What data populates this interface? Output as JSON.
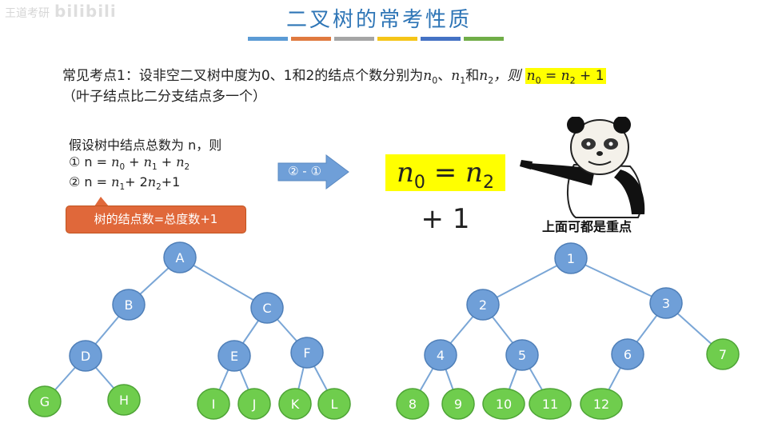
{
  "title": "二叉树的常考性质",
  "watermark": {
    "text": "王道考研",
    "logo": "bilibili"
  },
  "color_bar": [
    "#5b9bd5",
    "#e07a3f",
    "#a5a5a5",
    "#f5c518",
    "#4472c4",
    "#70ad47"
  ],
  "point1": {
    "prefix": "常见考点1：设非空二叉树中度为0、1和2的结点个数分别为",
    "n0": "n",
    "n0_sub": "0",
    "sep": "、",
    "n1": "n",
    "n1_sub": "1",
    "and": "和",
    "n2": "n",
    "n2_sub": "2",
    "then": "，则",
    "formula_lhs": "n",
    "formula_lhs_sub": "0",
    "formula_eq": " = ",
    "formula_rhs": "n",
    "formula_rhs_sub": "2",
    "formula_tail": " + 1",
    "note": "（叶子结点比二分支结点多一个）"
  },
  "derivation": {
    "assume": "假设树中结点总数为 n，则",
    "eq1_label": "① n = ",
    "eq1_t0": "n",
    "eq1_t0_sub": "0",
    "eq1_plus1": " + ",
    "eq1_t1": "n",
    "eq1_t1_sub": "1",
    "eq1_plus2": " + ",
    "eq1_t2": "n",
    "eq1_t2_sub": "2",
    "eq2_label": "② n = ",
    "eq2_t1": "n",
    "eq2_t1_sub": "1",
    "eq2_plus": "+ 2",
    "eq2_t2": "n",
    "eq2_t2_sub": "2",
    "eq2_tail": "+1",
    "callout": "树的结点数=总度数+1",
    "arrow_label": "② - ①"
  },
  "result": {
    "lhs": "n",
    "lhs_sub": "0",
    "eq": " = ",
    "rhs": "n",
    "rhs_sub": "2",
    "tail": " + 1"
  },
  "meme_caption": "上面可都是重点",
  "colors": {
    "title": "#2e75b6",
    "internal_node": "#6f9fd8",
    "leaf_node": "#6fcd4d",
    "edge": "#7aa6d6",
    "highlight": "#ffff00",
    "callout": "#e0683a",
    "arrow": "#6f9fd8"
  },
  "tree_left": {
    "nodes": [
      {
        "label": "A",
        "leaf": false
      },
      {
        "label": "B",
        "leaf": false
      },
      {
        "label": "C",
        "leaf": false
      },
      {
        "label": "D",
        "leaf": false
      },
      {
        "label": "E",
        "leaf": false
      },
      {
        "label": "F",
        "leaf": false
      },
      {
        "label": "G",
        "leaf": true
      },
      {
        "label": "H",
        "leaf": true
      },
      {
        "label": "I",
        "leaf": true
      },
      {
        "label": "J",
        "leaf": true
      },
      {
        "label": "K",
        "leaf": true
      },
      {
        "label": "L",
        "leaf": true
      }
    ],
    "edges": [
      [
        "A",
        "B"
      ],
      [
        "A",
        "C"
      ],
      [
        "B",
        "D"
      ],
      [
        "D",
        "G"
      ],
      [
        "D",
        "H"
      ],
      [
        "C",
        "E"
      ],
      [
        "C",
        "F"
      ],
      [
        "E",
        "I"
      ],
      [
        "E",
        "J"
      ],
      [
        "F",
        "K"
      ],
      [
        "F",
        "L"
      ]
    ]
  },
  "tree_right": {
    "nodes": [
      {
        "label": "1",
        "leaf": false
      },
      {
        "label": "2",
        "leaf": false
      },
      {
        "label": "3",
        "leaf": false
      },
      {
        "label": "4",
        "leaf": false
      },
      {
        "label": "5",
        "leaf": false
      },
      {
        "label": "6",
        "leaf": false
      },
      {
        "label": "7",
        "leaf": true
      },
      {
        "label": "8",
        "leaf": true
      },
      {
        "label": "9",
        "leaf": true
      },
      {
        "label": "10",
        "leaf": true
      },
      {
        "label": "11",
        "leaf": true
      },
      {
        "label": "12",
        "leaf": true
      }
    ],
    "edges": [
      [
        "1",
        "2"
      ],
      [
        "1",
        "3"
      ],
      [
        "2",
        "4"
      ],
      [
        "2",
        "5"
      ],
      [
        "3",
        "6"
      ],
      [
        "3",
        "7"
      ],
      [
        "4",
        "8"
      ],
      [
        "4",
        "9"
      ],
      [
        "5",
        "10"
      ],
      [
        "5",
        "11"
      ],
      [
        "6",
        "12"
      ]
    ]
  }
}
